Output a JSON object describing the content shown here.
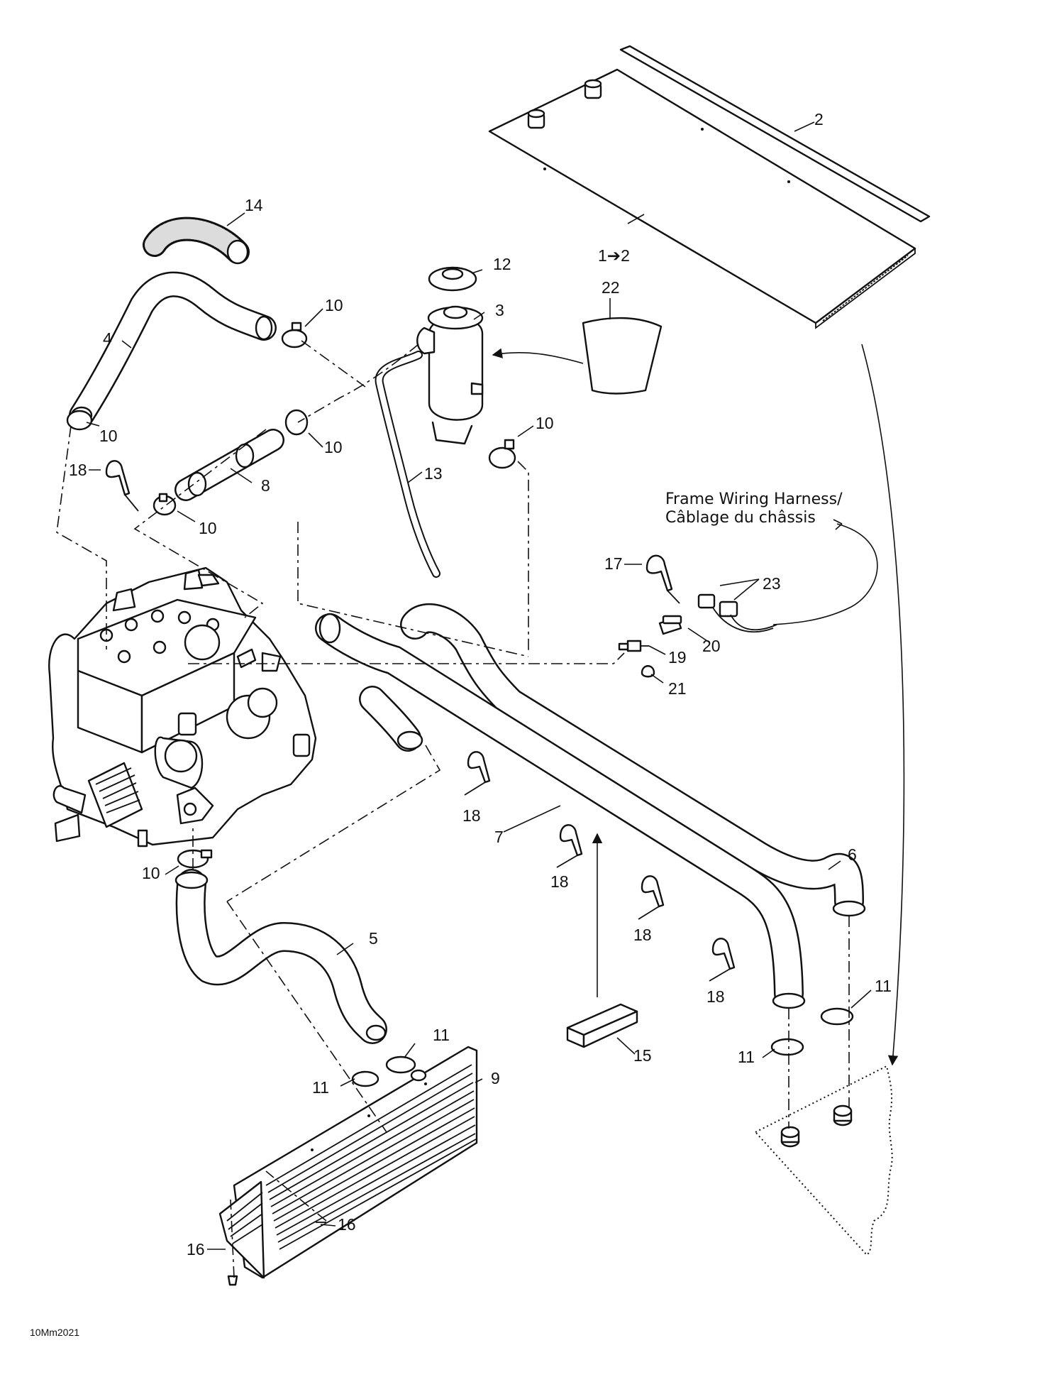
{
  "diagram": {
    "labels": {
      "p1_2": "1➔2",
      "p2": "2",
      "p3": "3",
      "p4": "4",
      "p5": "5",
      "p6": "6",
      "p7": "7",
      "p8": "8",
      "p9": "9",
      "p10_a": "10",
      "p10_b": "10",
      "p10_c": "10",
      "p10_d": "10",
      "p10_e": "10",
      "p10_f": "10",
      "p11_a": "11",
      "p11_b": "11",
      "p11_c": "11",
      "p11_d": "11",
      "p12": "12",
      "p13": "13",
      "p14": "14",
      "p15": "15",
      "p16_a": "16",
      "p16_b": "16",
      "p17": "17",
      "p18_a": "18",
      "p18_b": "18",
      "p18_c": "18",
      "p18_d": "18",
      "p18_e": "18",
      "p19": "19",
      "p20": "20",
      "p21": "21",
      "p22": "22",
      "p23": "23"
    },
    "harness_line1": "Frame Wiring Harness/",
    "harness_line2": "Câblage du châssis",
    "drawing_code": "10Mm2021"
  }
}
